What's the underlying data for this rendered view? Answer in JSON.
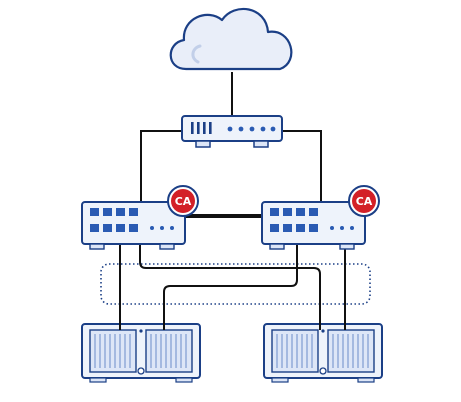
{
  "diagram": {
    "colors": {
      "outline": "#1b3f86",
      "fill": "#dde6f7",
      "panel": "#eef3fb",
      "port": "#2a5bb3",
      "link": "#111111",
      "dotted": "#1b3f86",
      "badge": "#d32027",
      "cloud_fill": "#e9eef9"
    },
    "nodes": [
      {
        "id": "cloud",
        "kind": "cloud",
        "icon": "cloud-icon"
      },
      {
        "id": "router",
        "kind": "router",
        "icon": "router-icon"
      },
      {
        "id": "switch-left",
        "kind": "switch",
        "icon": "switch-icon"
      },
      {
        "id": "switch-right",
        "kind": "switch",
        "icon": "switch-icon"
      },
      {
        "id": "server-left",
        "kind": "server",
        "icon": "server-icon"
      },
      {
        "id": "server-right",
        "kind": "server",
        "icon": "server-icon"
      }
    ],
    "badges": [
      {
        "id": "badge-left",
        "text": "CA",
        "icon": "ca-badge-icon"
      },
      {
        "id": "badge-right",
        "text": "CA",
        "icon": "ca-badge-icon"
      }
    ],
    "group": {
      "id": "redundancy-group",
      "style": "dotted"
    }
  }
}
